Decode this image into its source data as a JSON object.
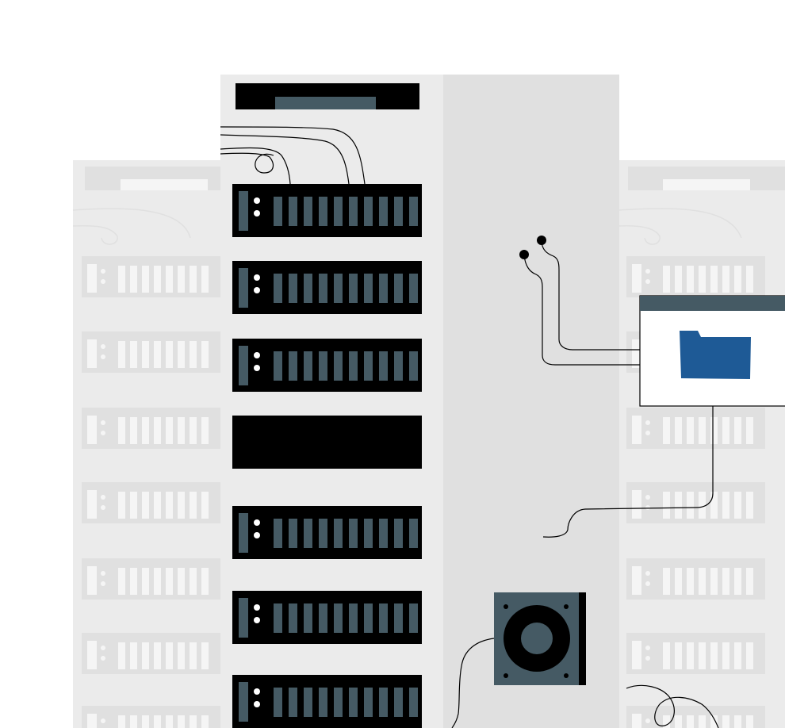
{
  "illustration": {
    "kind": "server-rack-illustration",
    "colors": {
      "background": "#ffffff",
      "rack_panel_light": "#ebebeb",
      "rack_panel_side": "#e0e0e0",
      "ghost_rack": "#ebebeb",
      "ghost_unit": "#e0e0e0",
      "ghost_slot": "#f5f5f5",
      "unit_black": "#000000",
      "slot_slate": "#455a64",
      "folder_blue": "#1e5a96",
      "window_bar": "#455a64",
      "cable": "#000000"
    },
    "active_rack": {
      "units": [
        {
          "state": "populated"
        },
        {
          "state": "populated"
        },
        {
          "state": "populated"
        },
        {
          "state": "blank"
        },
        {
          "state": "populated"
        },
        {
          "state": "populated"
        },
        {
          "state": "populated"
        }
      ],
      "slots_per_unit": 10
    },
    "icons": [
      "folder-icon",
      "fan-icon",
      "connector-icon"
    ]
  }
}
